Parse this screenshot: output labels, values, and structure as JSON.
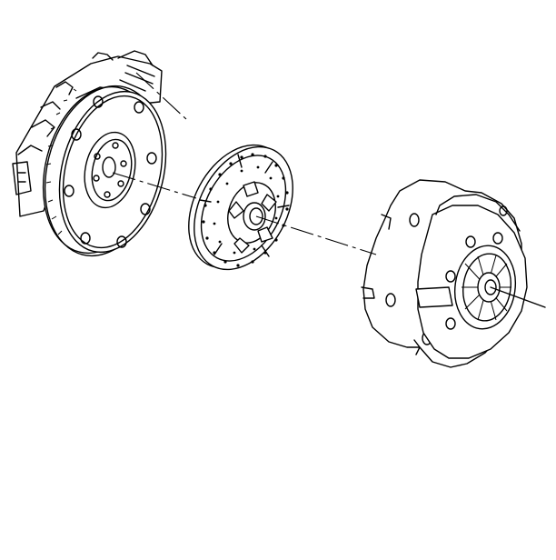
{
  "illustration": {
    "parts": [
      "flywheel",
      "clutch-disc",
      "pressure-plate"
    ],
    "line_color": "#000000",
    "background": "#ffffff"
  }
}
